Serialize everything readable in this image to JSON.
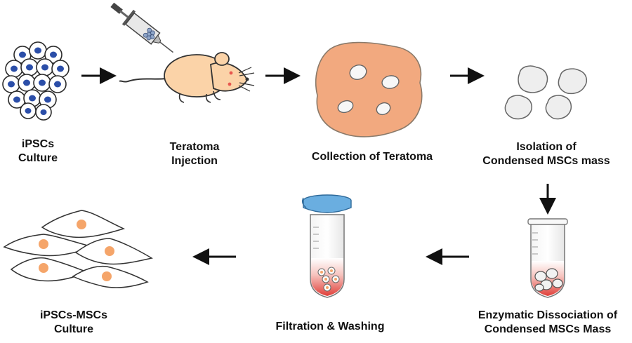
{
  "steps": {
    "ipsc_culture": {
      "line1": "iPSCs",
      "line2": "Culture"
    },
    "teratoma_injection": {
      "line1": "Teratoma",
      "line2": "Injection"
    },
    "collection": {
      "line1": "Collection of Teratoma"
    },
    "isolation": {
      "line1": "Isolation of",
      "line2": "Condensed MSCs mass"
    },
    "enzymatic": {
      "line1": "Enzymatic Dissociation of",
      "line2": "Condensed MSCs Mass"
    },
    "filtration": {
      "line1": "Filtration & Washing"
    },
    "final_culture": {
      "line1": "iPSCs-MSCs",
      "line2": "Culture"
    }
  },
  "colors": {
    "cell_nucleus": "#2b4ea8",
    "cell_outline": "#2a2a2a",
    "mouse_body": "#fbd3a8",
    "teratoma": "#f2a97f",
    "msc_mass": "#eeeeee",
    "tube_liquid": "#e8574f",
    "filter_cap": "#6aaee0",
    "msc_nucleus": "#f5a56a",
    "arrow": "#111111"
  }
}
